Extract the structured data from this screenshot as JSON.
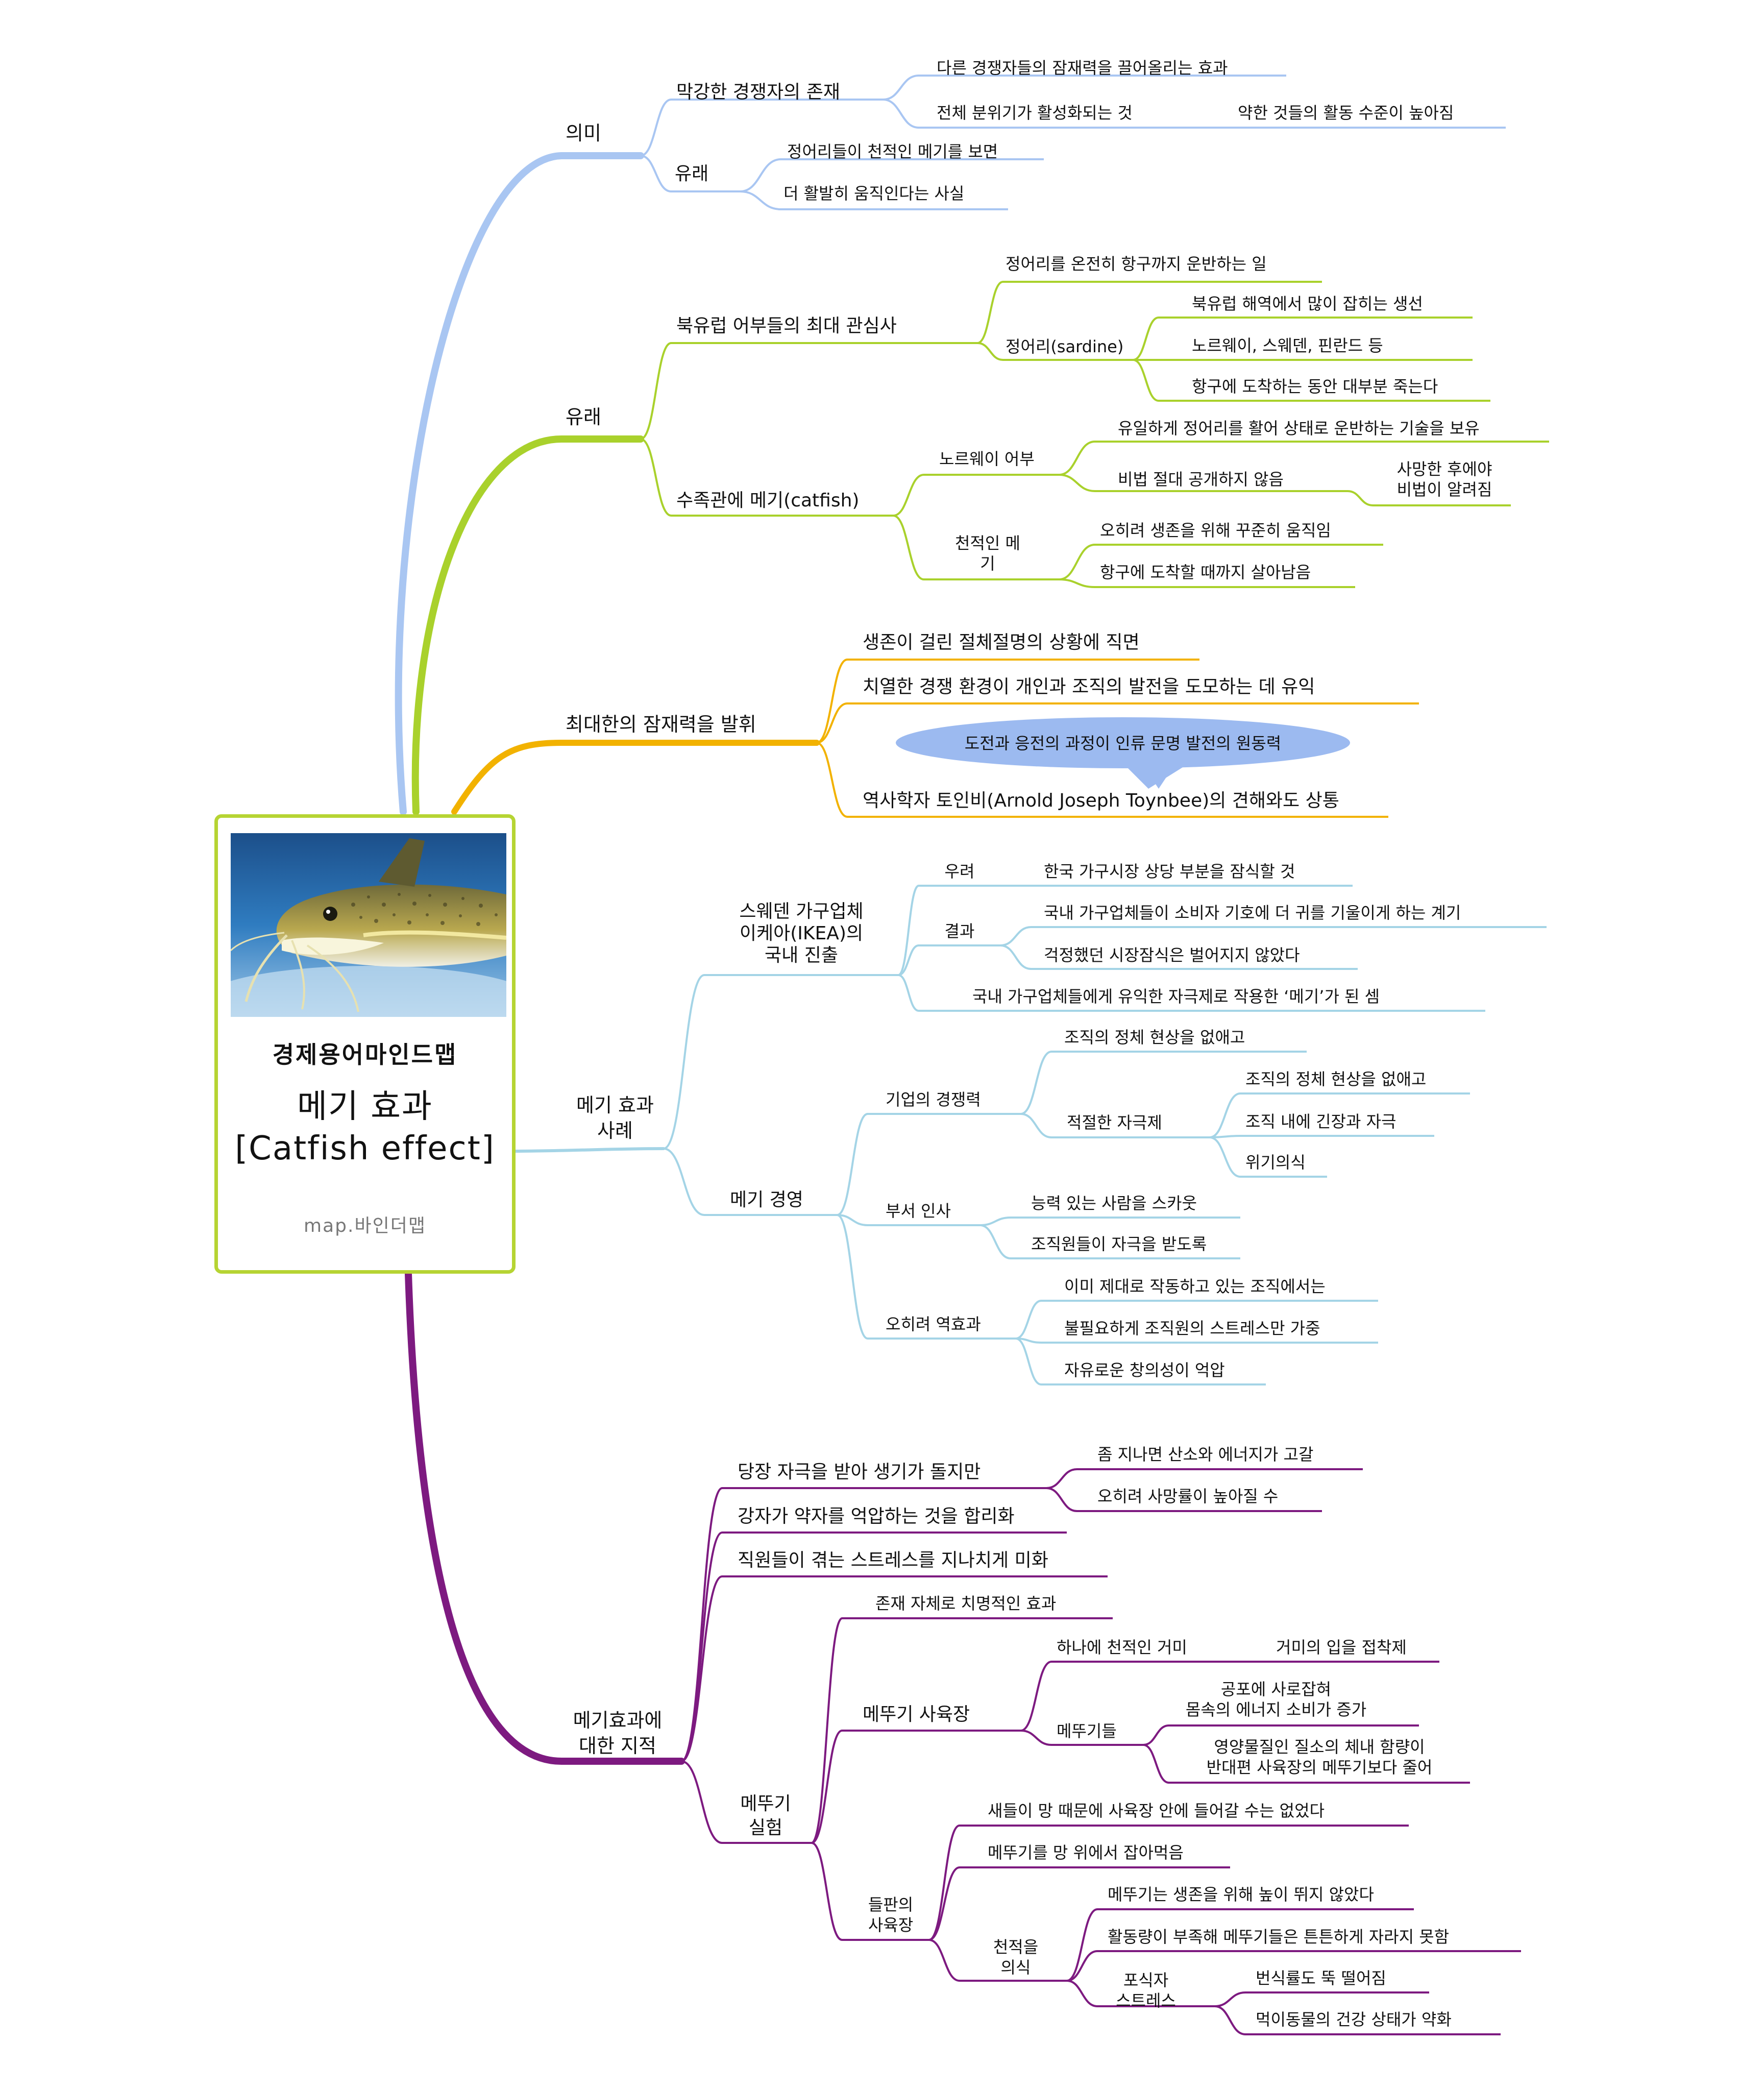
{
  "colors": {
    "meaning": "#a9c6f2",
    "origin": "#a9d12c",
    "potential": "#f2b200",
    "cases": "#a4d4e6",
    "critique": "#7d1a80",
    "callout": "#9cbaf0",
    "center_border": "#b6d433"
  },
  "central": {
    "subtitle": "경제용어마인드맵",
    "title_line1": "메기 효과",
    "title_line2": "[Catfish effect]",
    "credit": "map.바인더맵",
    "image": "catfish-photo"
  },
  "b1": {
    "label": "의미",
    "s1": {
      "label": "막강한 경쟁자의 존재",
      "c1": "다른 경쟁자들의 잠재력을 끌어올리는 효과",
      "c2": "전체 분위기가 활성화되는 것",
      "c2a": "약한 것들의 활동 수준이 높아짐"
    },
    "s2": {
      "label": "유래",
      "c1": "정어리들이 천적인 메기를 보면",
      "c2": "더 활발히 움직인다는 사실"
    }
  },
  "b2": {
    "label": "유래",
    "s1": {
      "label": "북유럽 어부들의 최대 관심사",
      "c1": "정어리를 온전히 항구까지 운반하는 일",
      "c2": "정어리(sardine)",
      "c2a": "북유럽 해역에서 많이 잡히는 생선",
      "c2b": "노르웨이, 스웨덴, 핀란드 등",
      "c2c": "항구에 도착하는 동안 대부분 죽는다"
    },
    "s2": {
      "label": "수족관에 메기(catfish)",
      "c1": "노르웨이 어부",
      "c1a": "유일하게 정어리를 활어 상태로 운반하는 기술을 보유",
      "c1b": "비법 절대 공개하지 않음",
      "c1b1_l1": "사망한 후에야",
      "c1b1_l2": "비법이 알려짐",
      "c2_l1": "천적인 메",
      "c2_l2": "기",
      "c2a": "오히려 생존을 위해 꾸준히 움직임",
      "c2b": "항구에 도착할 때까지 살아남음"
    }
  },
  "b3": {
    "label": "최대한의 잠재력을 발휘",
    "c1": "생존이 걸린 절체절명의 상황에 직면",
    "c2": "치열한 경쟁 환경이 개인과 조직의 발전을 도모하는 데 유익",
    "callout": "도전과 응전의 과정이 인류 문명 발전의 원동력",
    "c3": "역사학자 토인비(Arnold Joseph Toynbee)의 견해와도 상통"
  },
  "b4": {
    "label_l1": "메기 효과",
    "label_l2": "사례",
    "s1": {
      "label_l1": "스웨덴 가구업체",
      "label_l2": "이케아(IKEA)의",
      "label_l3": "국내 진출",
      "c1": "우려",
      "c1a": "한국 가구시장 상당 부분을 잠식할 것",
      "c2": "결과",
      "c2a": "국내 가구업체들이 소비자 기호에 더 귀를 기울이게 하는 계기",
      "c2b": "걱정했던 시장잠식은 벌어지지 않았다",
      "c3": "국내 가구업체들에게 유익한 자극제로 작용한 ‘메기’가 된 셈"
    },
    "s2": {
      "label": "메기 경영",
      "c1": "기업의 경쟁력",
      "c1a": "조직의 정체 현상을 없애고",
      "c1b": "적절한 자극제",
      "c1b1": "조직의 정체 현상을 없애고",
      "c1b2": "조직 내에 긴장과 자극",
      "c1b3": "위기의식",
      "c2": "부서 인사",
      "c2a": "능력 있는 사람을 스카웃",
      "c2b": "조직원들이 자극을 받도록",
      "c3": "오히려 역효과",
      "c3a": "이미 제대로 작동하고 있는 조직에서는",
      "c3b": "불필요하게 조직원의 스트레스만 가중",
      "c3c": "자유로운 창의성이 억압"
    }
  },
  "b5": {
    "label_l1": "메기효과에",
    "label_l2": "대한 지적",
    "c1": "당장 자극을 받아 생기가 돌지만",
    "c1a": "좀 지나면 산소와 에너지가 고갈",
    "c1b": "오히려 사망률이 높아질 수",
    "c2": "강자가 약자를 억압하는 것을 합리화",
    "c3": "직원들이 겪는 스트레스를 지나치게 미화",
    "s4": {
      "label_l1": "메뚜기",
      "label_l2": "실험",
      "c1": "존재 자체로 치명적인 효과",
      "c2": "메뚜기 사육장",
      "c2a": "하나에 천적인 거미",
      "c2a1": "거미의 입을 접착제",
      "c2b": "메뚜기들",
      "c2b1_l1": "공포에 사로잡혀",
      "c2b1_l2": "몸속의 에너지 소비가 증가",
      "c2b2_l1": "영양물질인 질소의 체내 함량이",
      "c2b2_l2": "반대편 사육장의 메뚜기보다 줄어",
      "c3_l1": "들판의",
      "c3_l2": "사육장",
      "c3a": "새들이 망 때문에 사육장 안에 들어갈 수는 없었다",
      "c3b": "메뚜기를 망 위에서 잡아먹음",
      "c3c_l1": "천적을",
      "c3c_l2": "의식",
      "c3c1": "메뚜기는 생존을 위해 높이 뛰지 않았다",
      "c3c2": "활동량이 부족해 메뚜기들은 튼튼하게 자라지 못함",
      "c3c3_l1": "포식자",
      "c3c3_l2": "스트레스",
      "c3c3a": "번식률도 뚝 떨어짐",
      "c3c3b": "먹이동물의 건강 상태가 약화"
    }
  }
}
